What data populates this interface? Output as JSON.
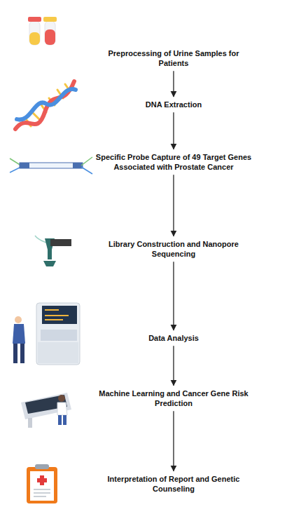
{
  "diagram": {
    "nodes": [
      {
        "text": [
          "Preprocessing of Urine Samples for Patients"
        ]
      },
      {
        "text": [
          "DNA Extraction"
        ]
      },
      {
        "text": [
          "Specific Probe Capture of 49 Target Genes Associated with Prostate Cancer"
        ]
      },
      {
        "text": [
          "Library Construction and Nanopore Sequencing"
        ]
      },
      {
        "text": [
          "Data Analysis"
        ]
      },
      {
        "text": [
          "Machine Learning and Cancer Gene Risk Prediction"
        ]
      },
      {
        "text": [
          "Interpretation of Report and Genetic Counseling"
        ]
      }
    ],
    "edges": [
      {
        "from": 0,
        "to": 1,
        "arrow": "to"
      },
      {
        "from": 1,
        "to": 2,
        "arrow": "to"
      },
      {
        "from": 2,
        "to": 3,
        "arrow": "to"
      },
      {
        "from": 3,
        "to": 4,
        "arrow": "to"
      },
      {
        "from": 4,
        "to": 5,
        "arrow": "to"
      },
      {
        "from": 5,
        "to": 6,
        "arrow": "to"
      }
    ]
  }
}
